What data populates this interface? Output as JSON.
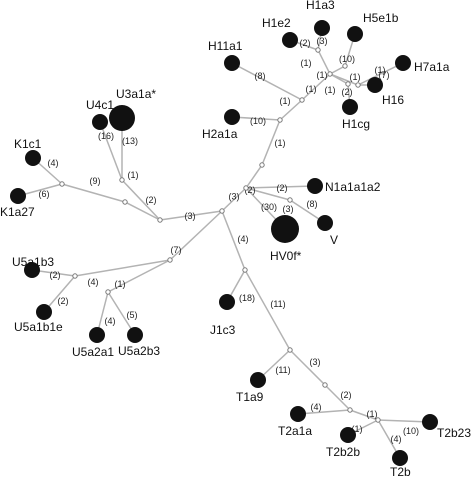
{
  "network": {
    "node_color": "#111111",
    "edge_color": "#b3b3b3",
    "haplogroups": [
      {
        "id": "H1a3",
        "label": "H1a3"
      },
      {
        "id": "H1e2",
        "label": "H1e2"
      },
      {
        "id": "H5e1b",
        "label": "H5e1b"
      },
      {
        "id": "H11a1",
        "label": "H11a1"
      },
      {
        "id": "H7a1a",
        "label": "H7a1a"
      },
      {
        "id": "H16",
        "label": "H16"
      },
      {
        "id": "H1cg",
        "label": "H1cg"
      },
      {
        "id": "H2a1a",
        "label": "H2a1a"
      },
      {
        "id": "U3a1a",
        "label": "U3a1a*"
      },
      {
        "id": "U4c1",
        "label": "U4c1"
      },
      {
        "id": "K1c1",
        "label": "K1c1"
      },
      {
        "id": "K1a27",
        "label": "K1a27"
      },
      {
        "id": "N1a1a1a2",
        "label": "N1a1a1a2"
      },
      {
        "id": "V",
        "label": "V"
      },
      {
        "id": "HV0f",
        "label": "HV0f*"
      },
      {
        "id": "U5a1b3",
        "label": "U5a1b3"
      },
      {
        "id": "U5a1b1e",
        "label": "U5a1b1e"
      },
      {
        "id": "U5a2a1",
        "label": "U5a2a1"
      },
      {
        "id": "U5a2b3",
        "label": "U5a2b3"
      },
      {
        "id": "J1c3",
        "label": "J1c3"
      },
      {
        "id": "T1a9",
        "label": "T1a9"
      },
      {
        "id": "T2a1a",
        "label": "T2a1a"
      },
      {
        "id": "T2b2b",
        "label": "T2b2b"
      },
      {
        "id": "T2b23",
        "label": "T2b23"
      },
      {
        "id": "T2b",
        "label": "T2b"
      }
    ],
    "edges": [
      {
        "from": "c",
        "to": "ku",
        "label": "(3)"
      },
      {
        "from": "ku",
        "to": "k",
        "label": "(2)"
      },
      {
        "from": "k",
        "to": "k2",
        "label": "(9)"
      },
      {
        "from": "k2",
        "to": "K1c1",
        "label": "(4)"
      },
      {
        "from": "k2",
        "to": "K1a27",
        "label": "(6)"
      },
      {
        "from": "ku",
        "to": "u",
        "label": "(1)"
      },
      {
        "from": "u",
        "to": "U4c1",
        "label": "(16)"
      },
      {
        "from": "u",
        "to": "U3a1a",
        "label": "(13)"
      },
      {
        "from": "c",
        "to": "u5",
        "label": "(7)"
      },
      {
        "from": "u5",
        "to": "u5b",
        "label": "(4)"
      },
      {
        "from": "u5b",
        "to": "U5a1b3",
        "label": "(2)"
      },
      {
        "from": "u5b",
        "to": "U5a1b1e",
        "label": "(2)"
      },
      {
        "from": "u5",
        "to": "u5a",
        "label": "(1)"
      },
      {
        "from": "u5a",
        "to": "U5a2a1",
        "label": "(4)"
      },
      {
        "from": "u5a",
        "to": "U5a2b3",
        "label": "(5)"
      },
      {
        "from": "c",
        "to": "r",
        "label": "(3)"
      },
      {
        "from": "r",
        "to": "N1a1a1a2",
        "label": "(2)"
      },
      {
        "from": "r",
        "to": "HV0f",
        "label": "(30)"
      },
      {
        "from": "r",
        "to": "hv",
        "label": "(3)"
      },
      {
        "from": "hv",
        "to": "V",
        "label": "(8)"
      },
      {
        "from": "r",
        "to": "h0",
        "label": "(2)"
      },
      {
        "from": "h0",
        "to": "h1",
        "label": "(1)"
      },
      {
        "from": "h1",
        "to": "H2a1a",
        "label": "(10)"
      },
      {
        "from": "h1",
        "to": "h2",
        "label": "(1)"
      },
      {
        "from": "h2",
        "to": "H11a1",
        "label": "(8)"
      },
      {
        "from": "h2",
        "to": "h3",
        "label": "(1)"
      },
      {
        "from": "h3",
        "to": "h4",
        "label": "(1)"
      },
      {
        "from": "h4",
        "to": "H1e2",
        "label": "(2)"
      },
      {
        "from": "h4",
        "to": "H1a3",
        "label": "(3)"
      },
      {
        "from": "h3",
        "to": "h5",
        "label": "(1)"
      },
      {
        "from": "h5",
        "to": "H5e1b",
        "label": "(10)"
      },
      {
        "from": "h3",
        "to": "h6",
        "label": "(1)"
      },
      {
        "from": "h6",
        "to": "H7a1a",
        "label": "(1)"
      },
      {
        "from": "h6",
        "to": "H16",
        "label": "(7)"
      },
      {
        "from": "h3",
        "to": "h7",
        "label": "(1)"
      },
      {
        "from": "h7",
        "to": "H1cg",
        "label": "(2)"
      },
      {
        "from": "c",
        "to": "j",
        "label": "(4)"
      },
      {
        "from": "j",
        "to": "J1c3",
        "label": "(18)"
      },
      {
        "from": "j",
        "to": "t1",
        "label": "(11)"
      },
      {
        "from": "t1",
        "to": "T1a9",
        "label": "(11)"
      },
      {
        "from": "t1",
        "to": "t2",
        "label": "(3)"
      },
      {
        "from": "t2",
        "to": "t3",
        "label": "(2)"
      },
      {
        "from": "t3",
        "to": "T2a1a",
        "label": "(4)"
      },
      {
        "from": "t3",
        "to": "t4",
        "label": "(1)"
      },
      {
        "from": "t4",
        "to": "T2b2b",
        "label": "(1)"
      },
      {
        "from": "t4",
        "to": "T2b23",
        "label": "(10)"
      },
      {
        "from": "t4",
        "to": "T2b",
        "label": "(4)"
      }
    ]
  }
}
